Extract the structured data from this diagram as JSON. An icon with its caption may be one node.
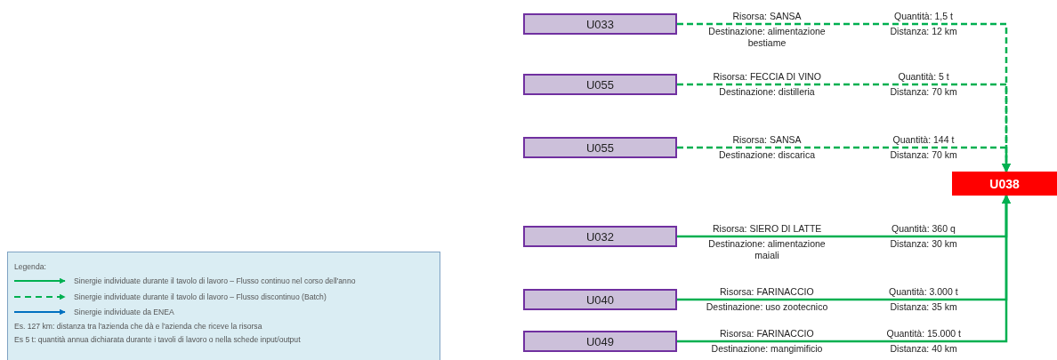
{
  "diagram": {
    "nodes": [
      {
        "text": [
          "U033"
        ]
      },
      {
        "text": [
          "U055"
        ]
      },
      {
        "text": [
          "U055"
        ]
      },
      {
        "text": [
          "U038"
        ]
      },
      {
        "text": [
          "U032"
        ]
      },
      {
        "text": [
          "U040"
        ]
      },
      {
        "text": [
          "U049"
        ]
      }
    ],
    "edges": [
      {
        "from": 0,
        "to": 3,
        "arrow": "to",
        "style": "dashed"
      },
      {
        "from": 1,
        "to": 3,
        "arrow": "to",
        "style": "dashed"
      },
      {
        "from": 2,
        "to": 3,
        "arrow": "to",
        "style": "dashed"
      },
      {
        "from": 4,
        "to": 3,
        "arrow": "to"
      },
      {
        "from": 5,
        "to": 3,
        "arrow": "to"
      },
      {
        "from": 6,
        "to": 3,
        "arrow": "to"
      }
    ],
    "labels": [
      "Risorsa: SANSA",
      "Quantità: 1,5 t",
      "Destinazione: alimentazione bestiame",
      "Distanza: 12 km",
      "Risorsa: FECCIA DI VINO",
      "Quantità: 5 t",
      "Destinazione: distilleria",
      "Distanza: 70 km",
      "Risorsa: SANSA",
      "Quantità: 144 t",
      "Destinazione: discarica",
      "Distanza: 70 km",
      "Risorsa: SIERO DI LATTE",
      "Quantità: 360 q",
      "Destinazione: alimentazione maiali",
      "Distanza: 30 km",
      "Risorsa: FARINACCIO",
      "Quantità: 3.000 t",
      "Destinazione: uso zootecnico",
      "Distanza: 35 km",
      "Risorsa: FARINACCIO",
      "Quantità: 15.000 t",
      "Destinazione: mangimificio",
      "Distanza: 40 km",
      "Legenda:",
      "Es. 127 km: distanza tra l'azienda che dà e l'azienda che riceve la risorsa",
      "Es 5 t: quantità annua dichiarata durante i tavoli di lavoro o nella schede input/output"
    ],
    "legend": [
      {
        "text": "Sinergie individuate durante il tavolo di lavoro – Flusso continuo nel corso dell'anno"
      },
      {
        "text": "Sinergie individuate durante il tavolo di lavoro – Flusso discontinuo (Batch)"
      },
      {
        "text": "Sinergie individuate da ENEA"
      }
    ]
  }
}
